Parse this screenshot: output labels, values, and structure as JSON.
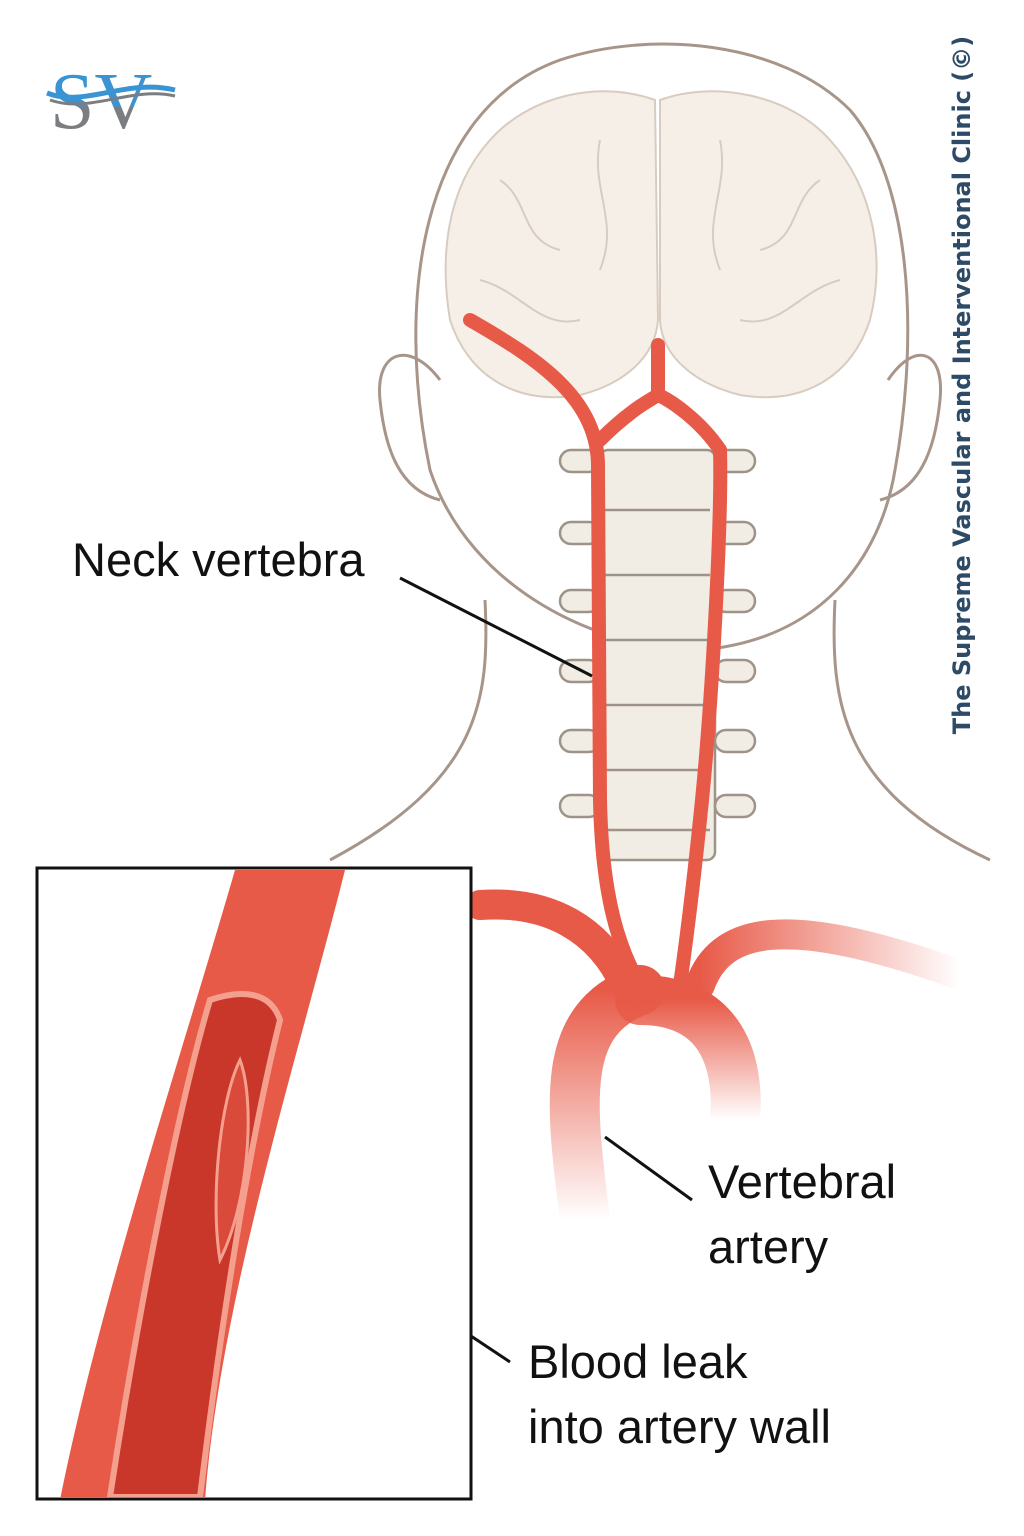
{
  "logo": {
    "text": "SV",
    "colors": {
      "primary": "#3a93d3",
      "secondary": "#7b7d80"
    }
  },
  "watermark": "The Supreme Vascular and Interventional Clinic (©)",
  "labels": {
    "neck_vertebra": "Neck vertebra",
    "vertebral_artery": [
      "Vertebral",
      "artery"
    ],
    "blood_leak": [
      "Blood leak",
      "into artery wall"
    ]
  },
  "colors": {
    "artery": "#e85a48",
    "artery_dark": "#c8372a",
    "outline": "#a8958a",
    "brain": "#f6efe8",
    "bone": "#f1ece4"
  }
}
